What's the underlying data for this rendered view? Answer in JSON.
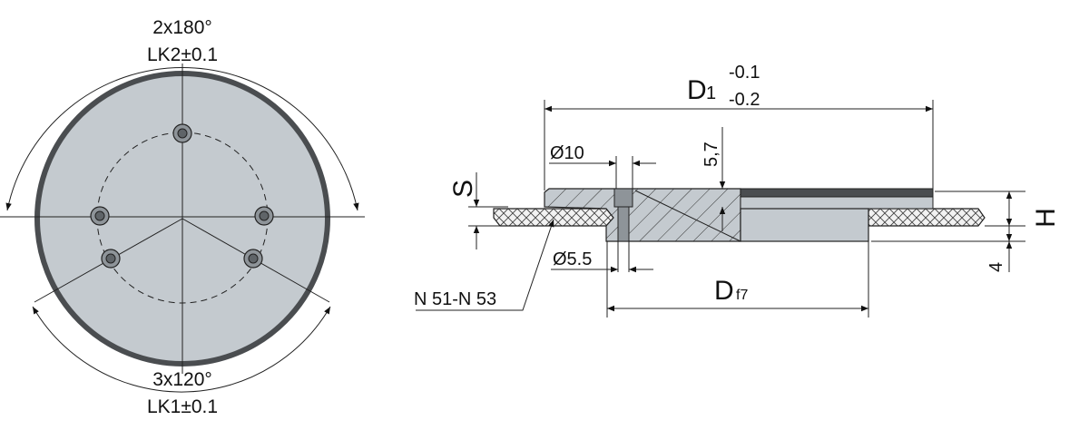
{
  "top_view": {
    "angle_top": "2x180°",
    "pitch_top": "LK2±0.1",
    "angle_bottom": "3x120°",
    "pitch_bottom": "LK1±0.1"
  },
  "section_view": {
    "d1_label": "D",
    "d1_sub": "1",
    "d1_tol_upper": "-0.1",
    "d1_tol_lower": "-0.2",
    "d_label": "D",
    "d_fit": "f7",
    "bore_large": "Ø10",
    "bore_small": "Ø5.5",
    "depth": "5,7",
    "s_label": "S",
    "h_label": "H",
    "gap": "4",
    "material": "N 51-N 53"
  },
  "colors": {
    "plate_fill": "#c4cacf",
    "plate_rim": "#4a4d50",
    "hatch_fill": "#c4cacf",
    "pad_fill": "#f2f2f2",
    "hole_fill": "#8e9499"
  }
}
